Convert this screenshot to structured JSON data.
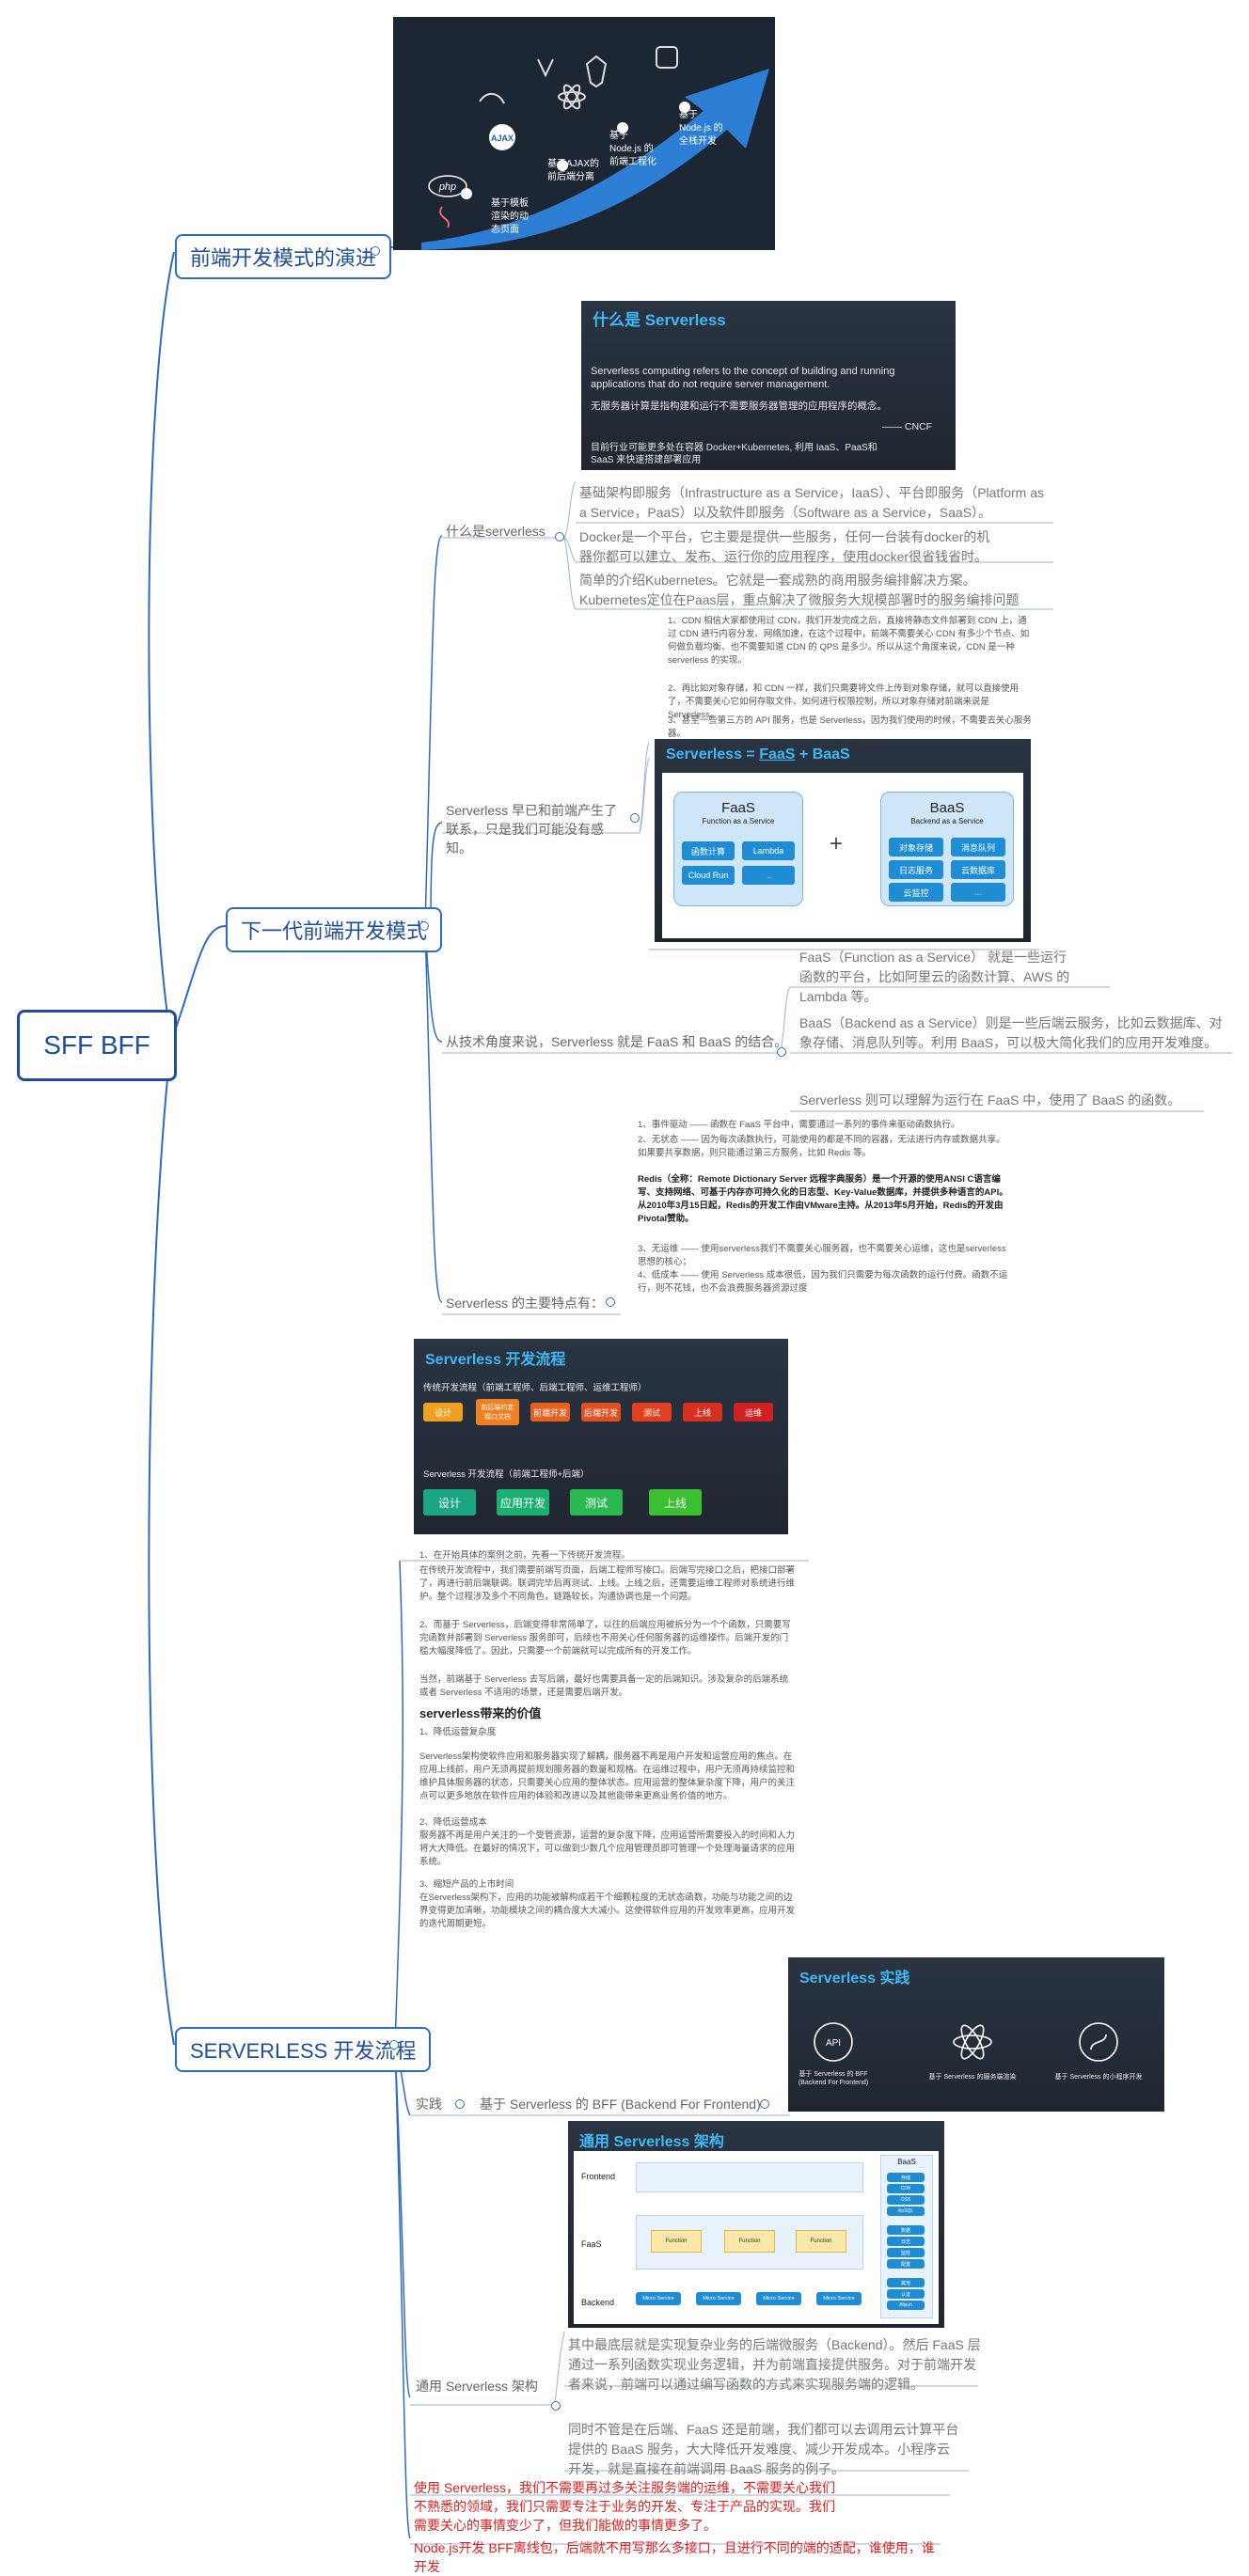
{
  "root": {
    "label": "SFF BFF"
  },
  "branches": {
    "evolution": {
      "label": "前端开发模式的演进",
      "stages": [
        "基于模板\n渲染的动\n态页面",
        "基于AJAX的\n前后端分离",
        "基于\nNode.js 的\n前端工程化",
        "基于\nNode.js 的\n全栈开发"
      ],
      "icons": [
        "php-icon",
        "java-icon",
        "ajax-icon",
        "jquery-icon",
        "vue-icon",
        "angular-icon",
        "react-icon",
        "nodejs-icon"
      ]
    },
    "next_gen": {
      "label": "下一代前端开发模式",
      "what_is": {
        "label": "什么是serverless",
        "card": {
          "title": "什么是 Serverless",
          "en": "Serverless computing refers to the concept of building and running applications that do not require server management.",
          "cn": "无服务器计算是指构建和运行不需要服务器管理的应用程序的概念。",
          "source": "—— CNCF",
          "note": "目前行业可能更多处在容器 Docker+Kubernetes, 利用 IaaS、PaaS和SaaS 来快速搭建部署应用"
        },
        "items": [
          "基础架构即服务（Infrastructure as a Service，IaaS）、平台即服务（Platform as a Service，PaaS）以及软件即服务（Software as a Service，SaaS）。",
          "Docker是一个平台，它主要是提供一些服务，任何一台装有docker的机器你都可以建立、发布、运行你的应用程序，使用docker很省钱省时。",
          "简单的介绍Kubernetes。它就是一套成熟的商用服务编排解决方案。Kubernetes定位在Paas层，重点解决了微服务大规模部署时的服务编排问题"
        ]
      },
      "already": {
        "label": "Serverless 早已和前端产生了联系，只是我们可能没有感知。",
        "notes": [
          "1、CDN 相信大家都使用过 CDN，我们开发完成之后，直接将静态文件部署到 CDN 上，通过 CDN 进行内容分发、网络加速，在这个过程中，前端不需要关心 CDN 有多少个节点、如何做负载均衡、也不需要知道 CDN 的 QPS 是多少。所以从这个角度来说，CDN 是一种 serverless 的实现。",
          "2、再比如对象存储，和 CDN 一样，我们只需要将文件上传到对象存储，就可以直接使用了，不需要关心它如何存取文件、如何进行权限控制，所以对象存储对前端来说是 Serverless。",
          "3、甚至一些第三方的 API 服务，也是 Serverless，因为我们使用的时候，不需要去关心服务器。"
        ],
        "card": {
          "title_pre": "Serverless = ",
          "title_u": "FaaS",
          "title_post": " + BaaS",
          "faas": {
            "title": "FaaS",
            "sub": "Function as a Service",
            "items": [
              "函数计算",
              "Lambda",
              "Cloud Run",
              "..."
            ]
          },
          "baas": {
            "title": "BaaS",
            "sub": "Backend as a Service",
            "items": [
              "对象存储",
              "消息队列",
              "日志服务",
              "云数据库",
              "云监控",
              "..."
            ]
          },
          "plus": "+"
        }
      },
      "tech": {
        "label": "从技术角度来说，Serverless 就是 FaaS 和 BaaS 的结合。",
        "items": [
          "FaaS（Function as a Service） 就是一些运行函数的平台，比如阿里云的函数计算、AWS 的 Lambda 等。",
          "BaaS（Backend as a Service）则是一些后端云服务，比如云数据库、对象存储、消息队列等。利用 BaaS，可以极大简化我们的应用开发难度。",
          "Serverless 则可以理解为运行在 FaaS 中，使用了 BaaS 的函数。"
        ]
      },
      "features": {
        "label": "Serverless 的主要特点有：",
        "notes": [
          "1、事件驱动 —— 函数在 FaaS 平台中，需要通过一系列的事件来驱动函数执行。",
          "2、无状态 —— 因为每次函数执行，可能使用的都是不同的容器，无法进行内存或数据共享。如果要共享数据，则只能通过第三方服务，比如 Redis 等。",
          "Redis（全称：Remote Dictionary Server 远程字典服务）是一个开源的使用ANSI C语言编写、支持网络、可基于内存亦可持久化的日志型、Key-Value数据库，并提供多种语言的API。从2010年3月15日起，Redis的开发工作由VMware主持。从2013年5月开始，Redis的开发由Pivotal赞助。",
          "3、无运维 —— 使用serverless我们不需要关心服务器，也不需要关心运维，这也是serverless思想的核心；",
          "4、低成本 —— 使用 Serverless 成本很低，因为我们只需要为每次函数的运行付费。函数不运行，则不花钱，也不会浪费服务器资源过度"
        ]
      }
    },
    "serverless": {
      "label": "SERVERLESS 开发流程",
      "flow_card": {
        "title": "Serverless 开发流程",
        "traditional_label": "传统开发流程（前端工程师、后端工程师、运维工程师）",
        "traditional_steps": [
          "设计",
          "前后端约定\n接口文档",
          "前端开发",
          "后端开发",
          "测试",
          "上线",
          "运维"
        ],
        "serverless_label": "Serverless 开发流程（前端工程师+后端）",
        "serverless_steps": [
          "设计",
          "应用开发",
          "测试",
          "上线"
        ]
      },
      "flow_notes": [
        "1、在开始具体的案例之前，先看一下传统开发流程。",
        "在传统开发流程中，我们需要前端写页面，后端工程师写接口。后端写完接口之后，把接口部署了，再进行前后端联调。联调完毕后再测试、上线。上线之后，还需要运维工程师对系统进行维护。整个过程涉及多个不同角色，链路较长，沟通协调也是一个问题。",
        "2、而基于 Serverless，后端变得非常简单了，以往的后端应用被拆分为一个个函数，只需要写完函数并部署到 Serverless 服务即可，后续也不用关心任何服务器的运维操作。后端开发的门槛大幅度降低了。因此，只需要一个前端就可以完成所有的开发工作。",
        "当然，前端基于 Serverless 去写后端，最好也需要具备一定的后端知识。涉及复杂的后端系统或者 Serverless 不适用的场景，还是需要后端开发。"
      ],
      "value": {
        "heading": "serverless带来的价值",
        "notes": [
          "1、降低运营复杂度",
          "Serverless架构使软件应用和服务器实现了解耦，服务器不再是用户开发和运营应用的焦点。在应用上线前，用户无须再提前规划服务器的数量和规格。在运维过程中，用户无须再持续监控和维护具体服务器的状态，只需要关心应用的整体状态。应用运营的整体复杂度下降，用户的关注点可以更多地放在软件应用的体验和改进以及其他能带来更高业务价值的地方。",
          "2、降低运营成本",
          "服务器不再是用户关注的一个受管资源，运营的复杂度下降，应用运营所需要投入的时间和人力将大大降低。在最好的情况下，可以做到少数几个应用管理员即可管理一个处理海量请求的应用系统。",
          "3、缩短产品的上市时间",
          "在Serverless架构下，应用的功能被解构成若干个细颗粒度的无状态函数，功能与功能之间的边界变得更加清晰，功能模块之间的耦合度大大减小。这使得软件应用的开发效率更高，应用开发的迭代周期更短。"
        ]
      },
      "practice": {
        "label": "实践",
        "sub": "基于 Serverless 的 BFF (Backend For Frontend)",
        "card": {
          "title": "Serverless 实践",
          "items": [
            {
              "icon": "api-icon",
              "text": "基于 Serverless 的 BFF\n(Backend For Frontend)"
            },
            {
              "icon": "react-icon",
              "text": "基于 Serverless 的服务端渲染"
            },
            {
              "icon": "miniprogram-icon",
              "text": "基于 Serverless 的小程序开发"
            }
          ]
        }
      },
      "arch": {
        "label": "通用 Serverless 架构",
        "card": {
          "title": "通用 Serverless 架构",
          "rows": [
            "Frontend",
            "FaaS",
            "Backend"
          ],
          "function_label": "Function",
          "micro_label": "Micro Service",
          "baas_title": "BaaS",
          "baas_items": [
            "存储",
            "CDN",
            "OSS",
            "NoSQL",
            "数据",
            "日志",
            "监控",
            "配置",
            "其他",
            "认证",
            "Aliyun"
          ]
        },
        "items": [
          "其中最底层就是实现复杂业务的后端微服务（Backend）。然后 FaaS 层通过一系列函数实现业务逻辑，并为前端直接提供服务。对于前端开发者来说，前端可以通过编写函数的方式来实现服务端的逻辑。",
          "同时不管是在后端、FaaS 还是前端，我们都可以去调用云计算平台提供的 BaaS 服务，大大降低开发难度、减少开发成本。小程序云开发，就是直接在前端调用 BaaS 服务的例子。"
        ]
      },
      "red_notes": [
        "使用 Serverless，我们不需要再过多关注服务端的运维，不需要关心我们不熟悉的领域，我们只需要专注于业务的开发、专注于产品的实现。我们需要关心的事情变少了，但我们能做的事情更多了。",
        "Node.js开发 BFF离线包，后端就不用写那么多接口，且进行不同的端的适配，谁使用，谁开发"
      ]
    }
  },
  "colors": {
    "accent": "#2f6bc1",
    "dark_text": "#1f4f9c",
    "red": "#e02020",
    "card_bg": "#26303c",
    "card_title": "#3fb8f5"
  }
}
